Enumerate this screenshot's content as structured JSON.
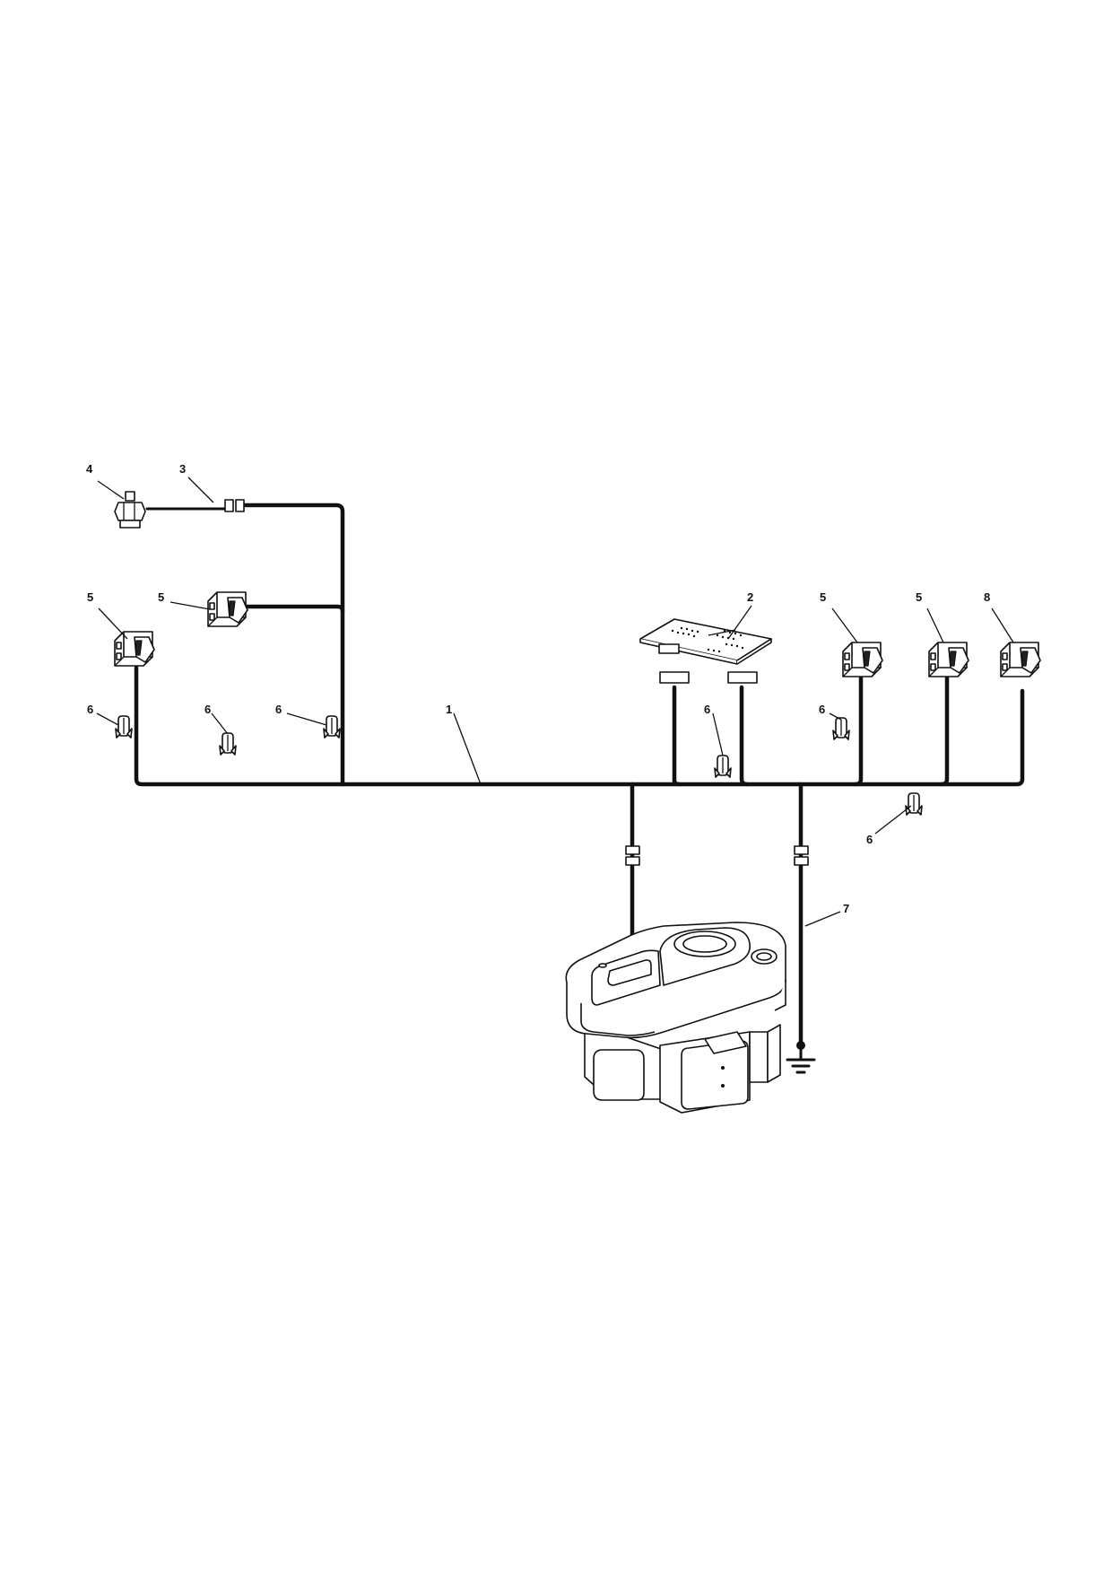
{
  "callouts": {
    "c1": "1",
    "c2": "2",
    "c3": "3",
    "c4": "4",
    "c5a": "5",
    "c5b": "5",
    "c5c": "5",
    "c5d": "5",
    "c6a": "6",
    "c6b": "6",
    "c6c": "6",
    "c6d": "6",
    "c6e": "6",
    "c6f": "6",
    "c7": "7",
    "c8": "8"
  }
}
